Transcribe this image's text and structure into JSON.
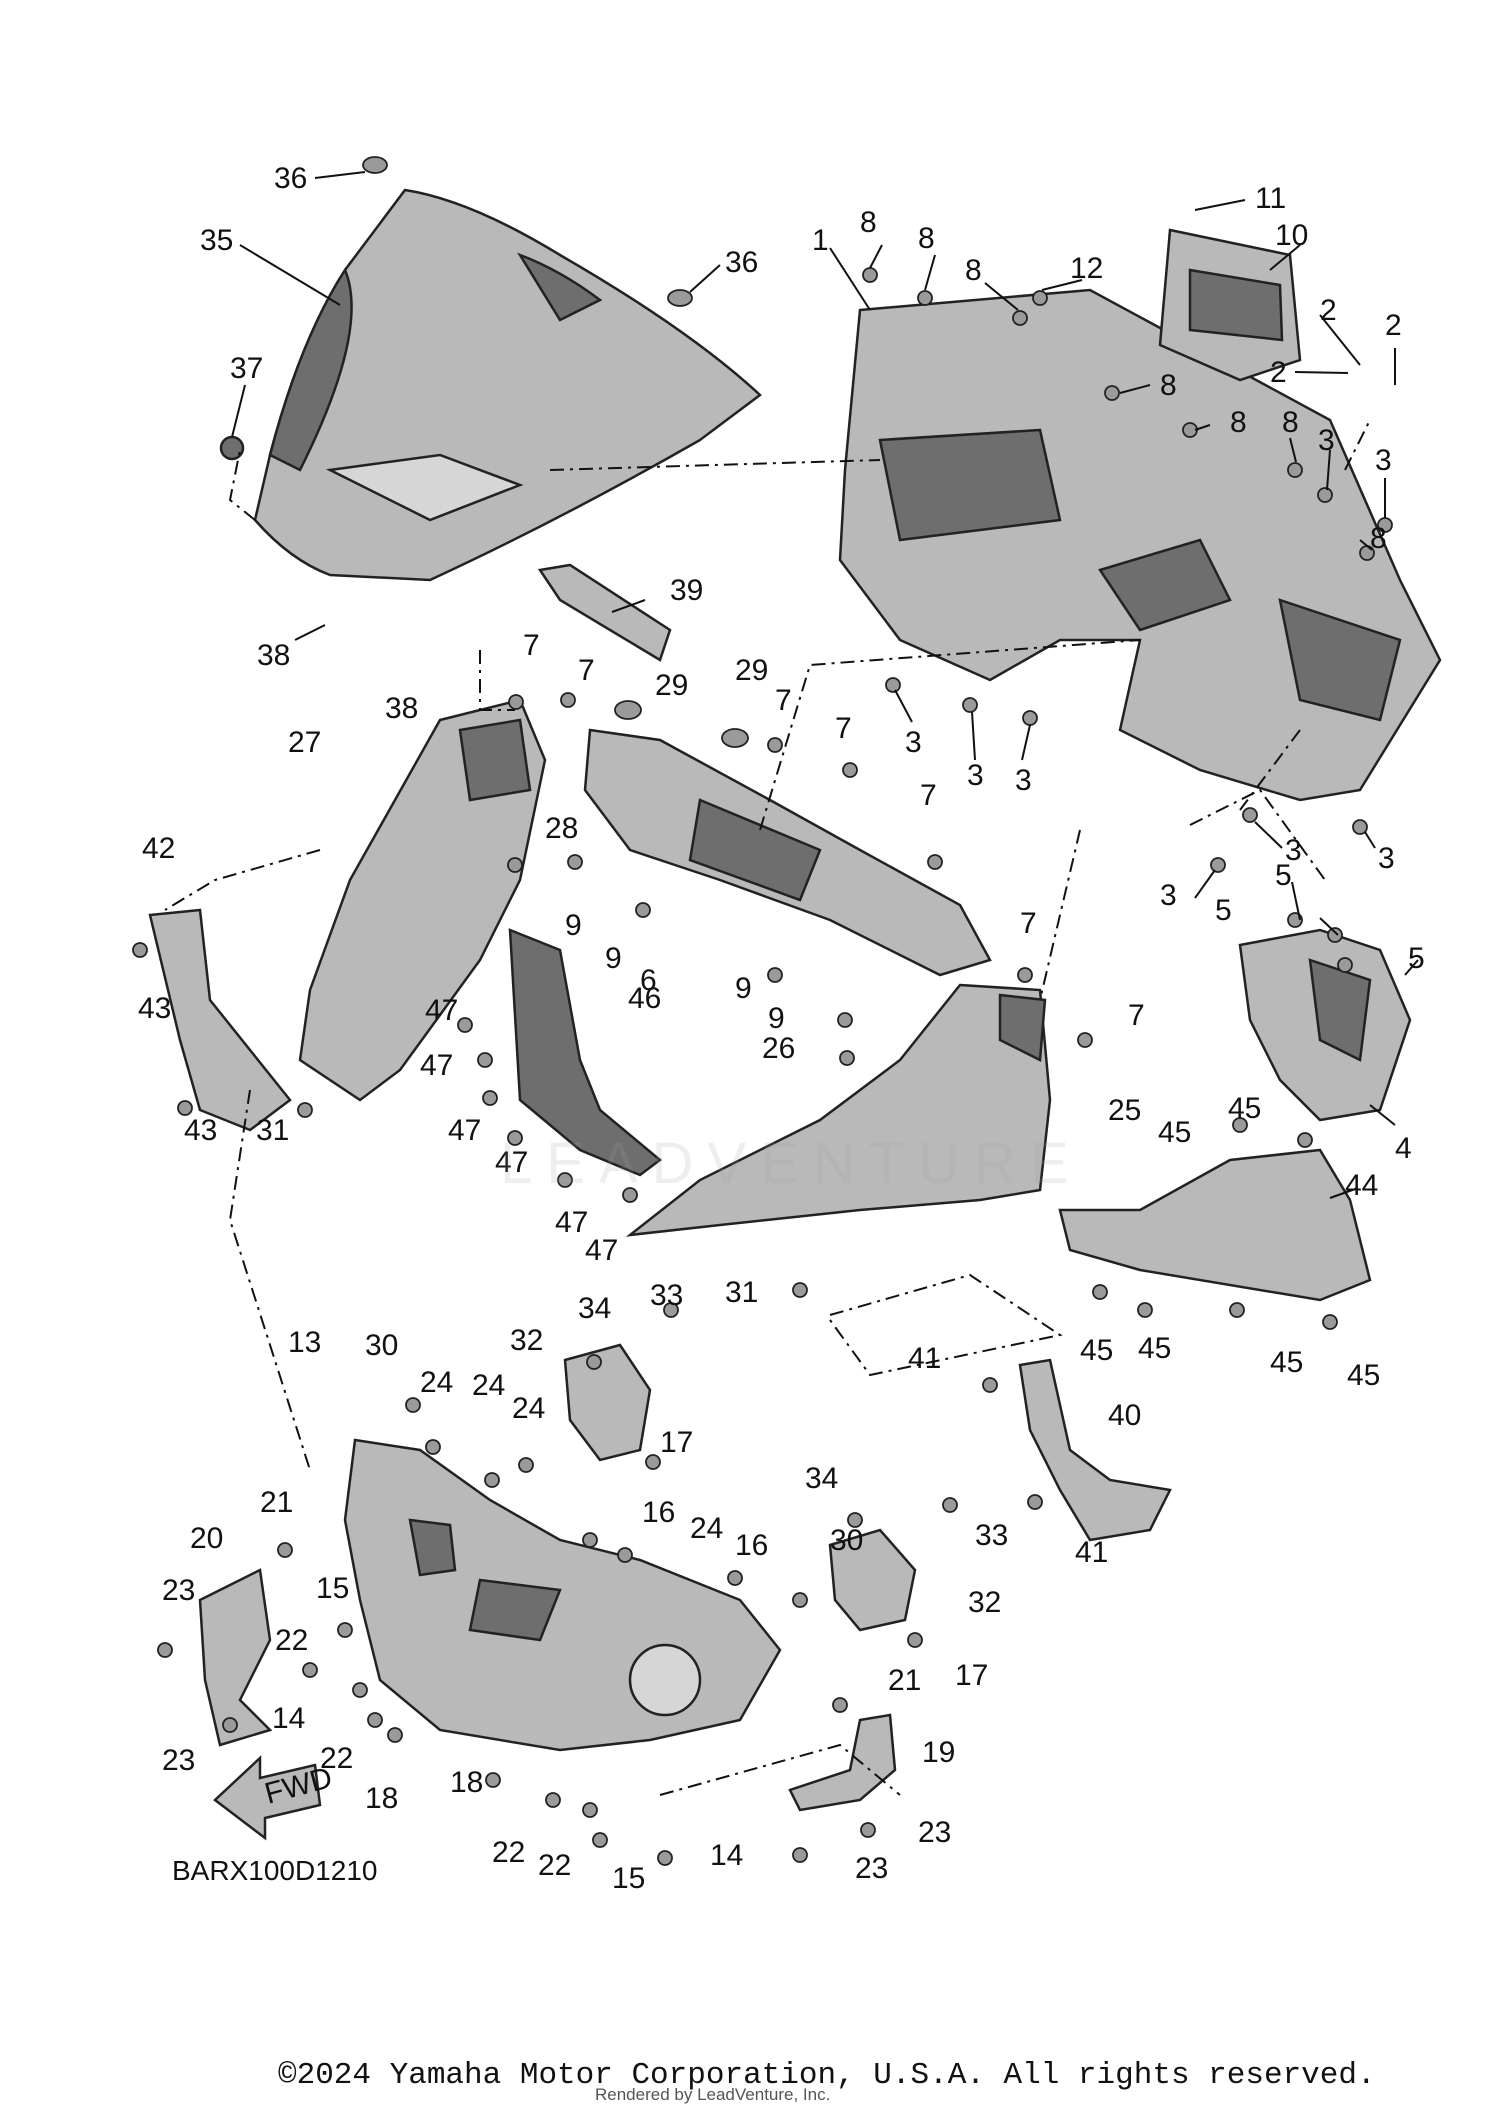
{
  "diagram_code": "BARX100D1210",
  "fwd_label": "FWD",
  "watermark": "LEADVENTURE",
  "copyright": "©2024 Yamaha Motor Corporation, U.S.A. All rights reserved.",
  "rendered_by": "Rendered by LeadVenture, Inc.",
  "callouts": [
    {
      "id": "c36a",
      "label": "36"
    },
    {
      "id": "c35",
      "label": "35"
    },
    {
      "id": "c36b",
      "label": "36"
    },
    {
      "id": "c37",
      "label": "37"
    },
    {
      "id": "c38a",
      "label": "38"
    },
    {
      "id": "c38b",
      "label": "38"
    },
    {
      "id": "c39",
      "label": "39"
    },
    {
      "id": "c1",
      "label": "1"
    },
    {
      "id": "c8a",
      "label": "8"
    },
    {
      "id": "c8b",
      "label": "8"
    },
    {
      "id": "c8c",
      "label": "8"
    },
    {
      "id": "c12",
      "label": "12"
    },
    {
      "id": "c11",
      "label": "11"
    },
    {
      "id": "c10",
      "label": "10"
    },
    {
      "id": "c2a",
      "label": "2"
    },
    {
      "id": "c2b",
      "label": "2"
    },
    {
      "id": "c2c",
      "label": "2"
    },
    {
      "id": "c8d",
      "label": "8"
    },
    {
      "id": "c8e",
      "label": "8"
    },
    {
      "id": "c8f",
      "label": "8"
    },
    {
      "id": "c3a",
      "label": "3"
    },
    {
      "id": "c3b",
      "label": "3"
    },
    {
      "id": "c8g",
      "label": "8"
    },
    {
      "id": "c3c",
      "label": "3"
    },
    {
      "id": "c3d",
      "label": "3"
    },
    {
      "id": "c3e",
      "label": "3"
    },
    {
      "id": "c3f",
      "label": "3"
    },
    {
      "id": "c3g",
      "label": "3"
    },
    {
      "id": "c3h",
      "label": "3"
    },
    {
      "id": "c5a",
      "label": "5"
    },
    {
      "id": "c5b",
      "label": "5"
    },
    {
      "id": "c5c",
      "label": "5"
    },
    {
      "id": "c4",
      "label": "4"
    },
    {
      "id": "c7a",
      "label": "7"
    },
    {
      "id": "c7b",
      "label": "7"
    },
    {
      "id": "c7c",
      "label": "7"
    },
    {
      "id": "c7d",
      "label": "7"
    },
    {
      "id": "c7e",
      "label": "7"
    },
    {
      "id": "c7f",
      "label": "7"
    },
    {
      "id": "c7g",
      "label": "7"
    },
    {
      "id": "c29a",
      "label": "29"
    },
    {
      "id": "c29b",
      "label": "29"
    },
    {
      "id": "c27",
      "label": "27"
    },
    {
      "id": "c28",
      "label": "28"
    },
    {
      "id": "c9a",
      "label": "9"
    },
    {
      "id": "c9b",
      "label": "9"
    },
    {
      "id": "c9c",
      "label": "9"
    },
    {
      "id": "c9d",
      "label": "9"
    },
    {
      "id": "c6",
      "label": "6"
    },
    {
      "id": "c42",
      "label": "42"
    },
    {
      "id": "c43a",
      "label": "43"
    },
    {
      "id": "c43b",
      "label": "43"
    },
    {
      "id": "c31a",
      "label": "31"
    },
    {
      "id": "c46",
      "label": "46"
    },
    {
      "id": "c47a",
      "label": "47"
    },
    {
      "id": "c47b",
      "label": "47"
    },
    {
      "id": "c47c",
      "label": "47"
    },
    {
      "id": "c47d",
      "label": "47"
    },
    {
      "id": "c47e",
      "label": "47"
    },
    {
      "id": "c47f",
      "label": "47"
    },
    {
      "id": "c26",
      "label": "26"
    },
    {
      "id": "c25",
      "label": "25"
    },
    {
      "id": "c45a",
      "label": "45"
    },
    {
      "id": "c45b",
      "label": "45"
    },
    {
      "id": "c44",
      "label": "44"
    },
    {
      "id": "c45c",
      "label": "45"
    },
    {
      "id": "c45d",
      "label": "45"
    },
    {
      "id": "c45e",
      "label": "45"
    },
    {
      "id": "c45f",
      "label": "45"
    },
    {
      "id": "c31b",
      "label": "31"
    },
    {
      "id": "c41a",
      "label": "41"
    },
    {
      "id": "c41b",
      "label": "41"
    },
    {
      "id": "c40",
      "label": "40"
    },
    {
      "id": "c13",
      "label": "13"
    },
    {
      "id": "c30a",
      "label": "30"
    },
    {
      "id": "c24a",
      "label": "24"
    },
    {
      "id": "c24b",
      "label": "24"
    },
    {
      "id": "c24c",
      "label": "24"
    },
    {
      "id": "c24d",
      "label": "24"
    },
    {
      "id": "c32a",
      "label": "32"
    },
    {
      "id": "c34a",
      "label": "34"
    },
    {
      "id": "c33a",
      "label": "33"
    },
    {
      "id": "c17a",
      "label": "17"
    },
    {
      "id": "c16a",
      "label": "16"
    },
    {
      "id": "c16b",
      "label": "16"
    },
    {
      "id": "c30b",
      "label": "30"
    },
    {
      "id": "c34b",
      "label": "34"
    },
    {
      "id": "c33b",
      "label": "33"
    },
    {
      "id": "c32b",
      "label": "32"
    },
    {
      "id": "c17b",
      "label": "17"
    },
    {
      "id": "c21a",
      "label": "21"
    },
    {
      "id": "c20",
      "label": "20"
    },
    {
      "id": "c23a",
      "label": "23"
    },
    {
      "id": "c15a",
      "label": "15"
    },
    {
      "id": "c22a",
      "label": "22"
    },
    {
      "id": "c14a",
      "label": "14"
    },
    {
      "id": "c22b",
      "label": "22"
    },
    {
      "id": "c18a",
      "label": "18"
    },
    {
      "id": "c18b",
      "label": "18"
    },
    {
      "id": "c23b",
      "label": "23"
    },
    {
      "id": "c22c",
      "label": "22"
    },
    {
      "id": "c22d",
      "label": "22"
    },
    {
      "id": "c15b",
      "label": "15"
    },
    {
      "id": "c14b",
      "label": "14"
    },
    {
      "id": "c21b",
      "label": "21"
    },
    {
      "id": "c19",
      "label": "19"
    },
    {
      "id": "c23c",
      "label": "23"
    },
    {
      "id": "c23d",
      "label": "23"
    }
  ]
}
